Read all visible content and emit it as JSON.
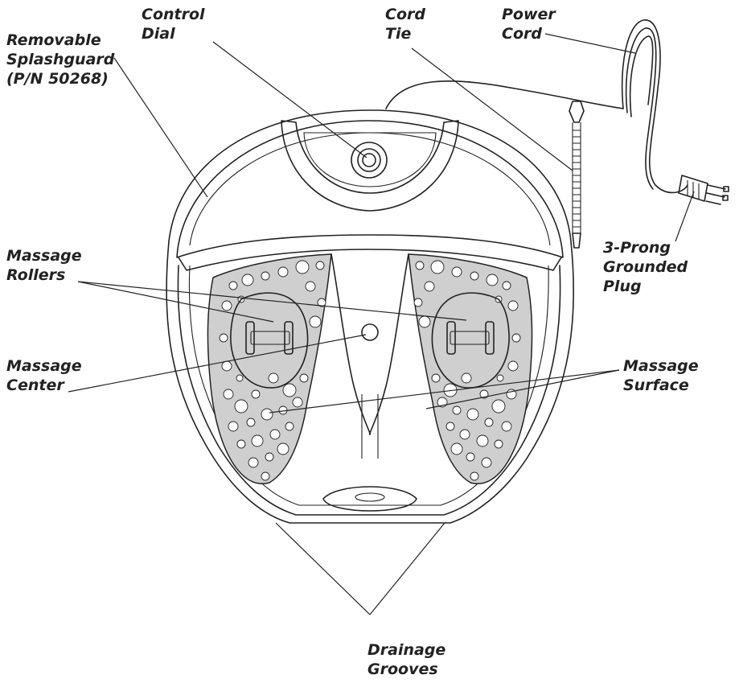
{
  "labels": {
    "control_dial": [
      "Control",
      "Dial"
    ],
    "cord_tie": [
      "Cord",
      "Tie"
    ],
    "power_cord": [
      "Power",
      "Cord"
    ],
    "splashguard": [
      "Removable",
      "Splashguard",
      "(P/N 50268)"
    ],
    "massage_rollers": [
      "Massage",
      "Rollers"
    ],
    "plug": [
      "3-Prong",
      "Grounded",
      "Plug"
    ],
    "massage_center": [
      "Massage",
      "Center"
    ],
    "massage_surface": [
      "Massage",
      "Surface"
    ],
    "drainage_grooves": [
      "Drainage",
      "Grooves"
    ]
  },
  "colors": {
    "line": "#222222",
    "pad_fill": "#cfcfcf",
    "background": "#ffffff"
  }
}
